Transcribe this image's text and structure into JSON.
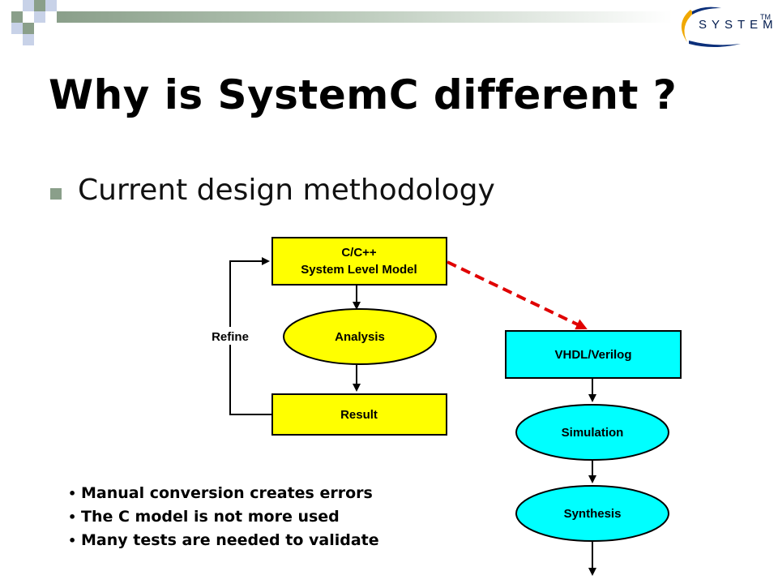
{
  "title": "Why is SystemC different ?",
  "bullet": "Current design methodology",
  "logo": {
    "text": "SYSTEMC",
    "tm": "TM"
  },
  "diagram": {
    "model_line1": "C/C++",
    "model_line2": "System Level Model",
    "analysis": "Analysis",
    "result": "Result",
    "refine": "Refine",
    "vhdl": "VHDL/Verilog",
    "simulation": "Simulation",
    "synthesis": "Synthesis"
  },
  "notes": [
    "Manual conversion creates errors",
    "The C model is not more used",
    "Many tests are needed to validate"
  ],
  "colors": {
    "yellow": "#ffff00",
    "cyan": "#00ffff",
    "arrow_red": "#e00000",
    "accent_gray": "#8a9f8a"
  }
}
